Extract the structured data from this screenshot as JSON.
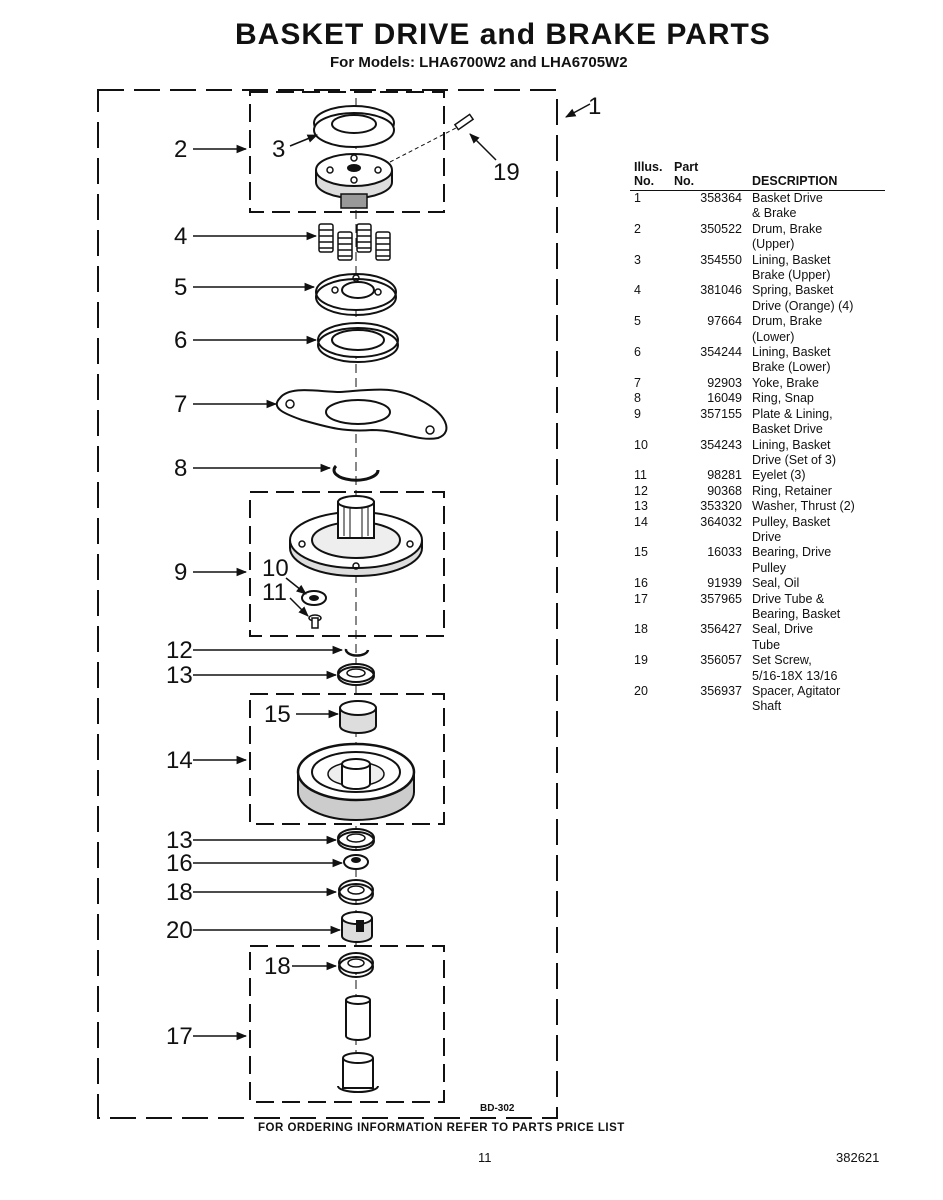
{
  "header": {
    "title": "BASKET DRIVE and BRAKE PARTS",
    "subtitle": "For Models: LHA6700W2 and LHA6705W2"
  },
  "diagram": {
    "callouts": {
      "c1": "1",
      "c2": "2",
      "c3": "3",
      "c19": "19",
      "c4": "4",
      "c5": "5",
      "c6": "6",
      "c7": "7",
      "c8": "8",
      "c9": "9",
      "c10": "10",
      "c11": "11",
      "c12": "12",
      "c13a": "13",
      "c15": "15",
      "c14": "14",
      "c13b": "13",
      "c16": "16",
      "c18a": "18",
      "c20": "20",
      "c18b": "18",
      "c17": "17"
    },
    "figure_code": "BD-302"
  },
  "parts_table": {
    "headers": {
      "illus": [
        "Illus.",
        "No."
      ],
      "part": [
        "Part",
        "No."
      ],
      "description": "DESCRIPTION"
    },
    "rows": [
      {
        "illus": "1",
        "part": "358364",
        "desc": [
          "Basket Drive",
          "& Brake"
        ]
      },
      {
        "illus": "2",
        "part": "350522",
        "desc": [
          "Drum, Brake",
          "(Upper)"
        ]
      },
      {
        "illus": "3",
        "part": "354550",
        "desc": [
          "Lining, Basket",
          "Brake (Upper)"
        ]
      },
      {
        "illus": "4",
        "part": "381046",
        "desc": [
          "Spring, Basket",
          "Drive (Orange) (4)"
        ]
      },
      {
        "illus": "5",
        "part": "97664",
        "desc": [
          "Drum, Brake",
          "(Lower)"
        ]
      },
      {
        "illus": "6",
        "part": "354244",
        "desc": [
          "Lining, Basket",
          "Brake (Lower)"
        ]
      },
      {
        "illus": "7",
        "part": "92903",
        "desc": [
          "Yoke, Brake"
        ]
      },
      {
        "illus": "8",
        "part": "16049",
        "desc": [
          "Ring, Snap"
        ]
      },
      {
        "illus": "9",
        "part": "357155",
        "desc": [
          "Plate & Lining,",
          "Basket Drive"
        ]
      },
      {
        "illus": "10",
        "part": "354243",
        "desc": [
          "Lining, Basket",
          "Drive (Set of 3)"
        ]
      },
      {
        "illus": "11",
        "part": "98281",
        "desc": [
          "Eyelet (3)"
        ]
      },
      {
        "illus": "12",
        "part": "90368",
        "desc": [
          "Ring, Retainer"
        ]
      },
      {
        "illus": "13",
        "part": "353320",
        "desc": [
          "Washer, Thrust (2)"
        ]
      },
      {
        "illus": "14",
        "part": "364032",
        "desc": [
          "Pulley, Basket",
          "Drive"
        ]
      },
      {
        "illus": "15",
        "part": "16033",
        "desc": [
          "Bearing, Drive",
          "Pulley"
        ]
      },
      {
        "illus": "16",
        "part": "91939",
        "desc": [
          "Seal, Oil"
        ]
      },
      {
        "illus": "17",
        "part": "357965",
        "desc": [
          "Drive Tube &",
          "Bearing, Basket"
        ]
      },
      {
        "illus": "18",
        "part": "356427",
        "desc": [
          "Seal, Drive",
          "Tube"
        ]
      },
      {
        "illus": "19",
        "part": "356057",
        "desc": [
          "Set Screw,",
          "5/16-18X 13/16"
        ]
      },
      {
        "illus": "20",
        "part": "356937",
        "desc": [
          "Spacer, Agitator",
          "Shaft"
        ]
      }
    ]
  },
  "footer": {
    "note": "FOR ORDERING INFORMATION REFER TO PARTS PRICE LIST",
    "page_number": "11",
    "doc_number": "382621"
  }
}
